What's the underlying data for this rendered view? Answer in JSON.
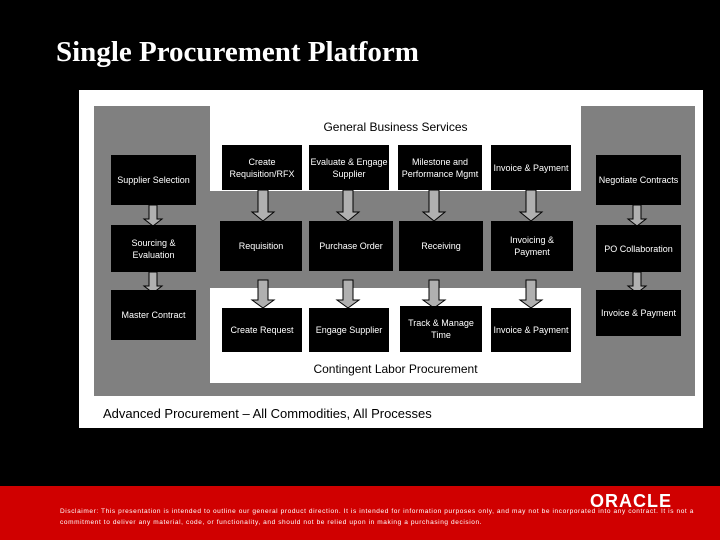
{
  "title": "Single Procurement Platform",
  "top_band": {
    "label": "General Business Services"
  },
  "bottom_band": {
    "label": "Contingent Labor Procurement"
  },
  "caption": "Advanced Procurement – All Commodities, All Processes",
  "left_column": [
    "Supplier Selection",
    "Sourcing & Evaluation",
    "Master Contract"
  ],
  "right_column": [
    "Negotiate Contracts",
    "PO Collaboration",
    "Invoice & Payment"
  ],
  "row_top": [
    "Create Requisition/RFX",
    "Evaluate & Engage Supplier",
    "Milestone and Performance Mgmt",
    "Invoice & Payment"
  ],
  "row_mid": [
    "Requisition",
    "Purchase Order",
    "Receiving",
    "Invoicing & Payment"
  ],
  "row_bottom": [
    "Create Request",
    "Engage Supplier",
    "Track & Manage Time",
    "Invoice & Payment"
  ],
  "logo": "ORACLE",
  "disclaimer": "Disclaimer: This presentation is intended to outline our general product direction. It is intended for information purposes only, and may not be incorporated into any contract. It is not a commitment to deliver any material, code, or functionality, and should not be relied upon in making a purchasing decision.",
  "colors": {
    "background": "#000000",
    "band": "#808080",
    "footer": "#d00000"
  }
}
